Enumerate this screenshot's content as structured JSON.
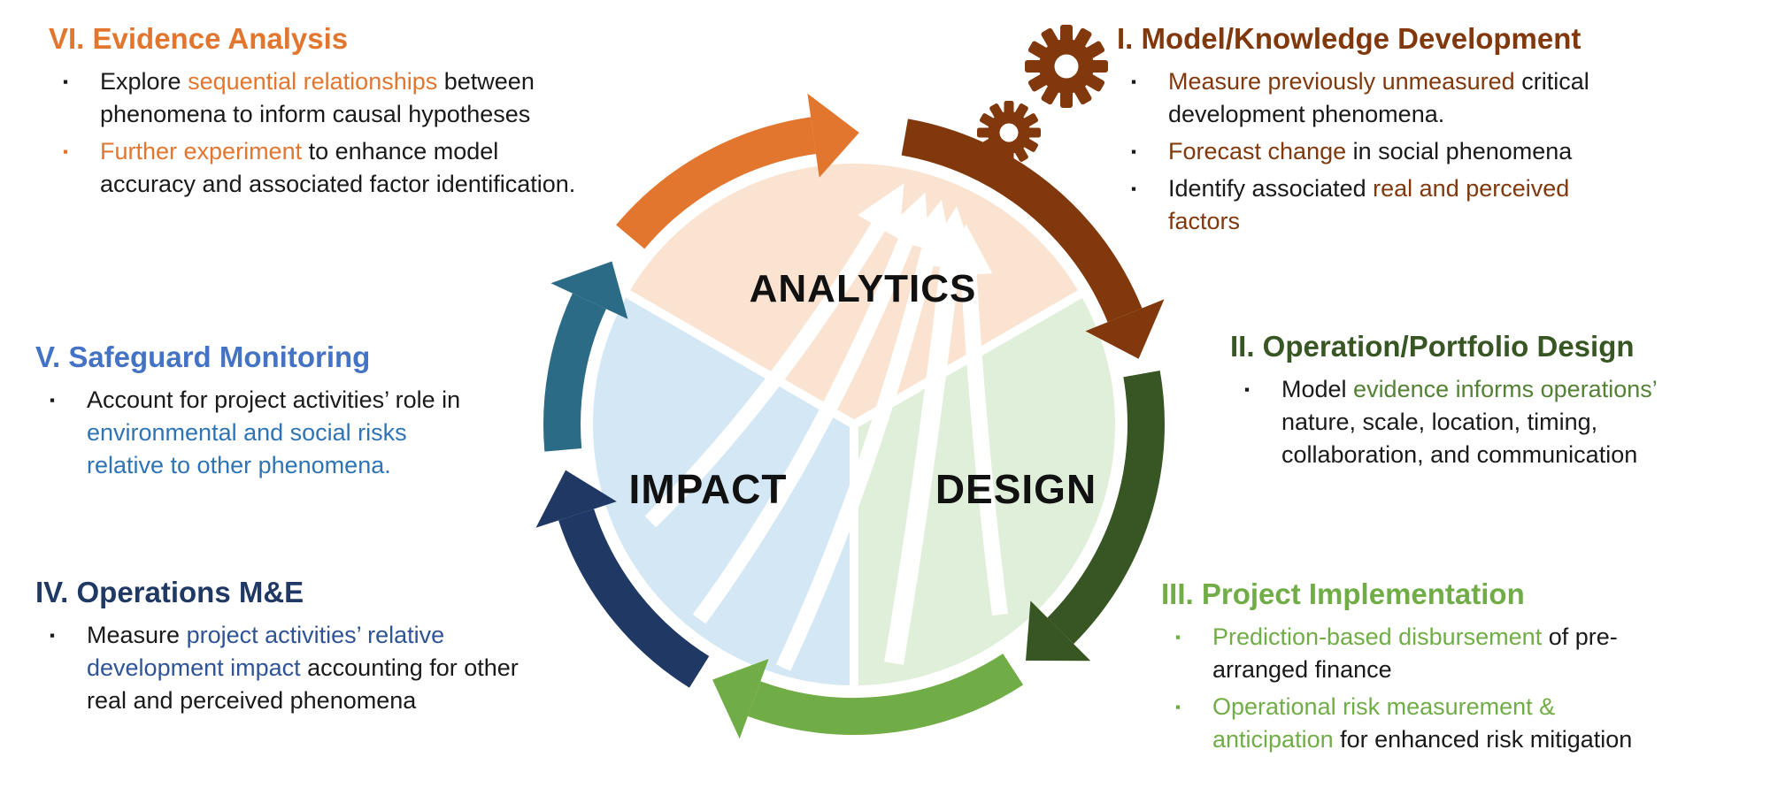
{
  "palette": {
    "orange": "#E2762E",
    "brown": "#81380C",
    "dark_green": "#375623",
    "medium_green": "#538135",
    "light_green": "#70AD47",
    "navy": "#1F3864",
    "teal": "#2B6B86",
    "heading_blue": "#4472C4",
    "body_blue": "#2E74B5",
    "impact_text_blue": "#2F5496",
    "text_black": "#1A1A1A",
    "sector_peach": "#FBE3D1",
    "sector_blue": "#D3E7F5",
    "sector_green": "#E0EFD9",
    "white": "#FFFFFF"
  },
  "icons": {
    "bullet": "▪",
    "gears": "double-gear"
  },
  "diagram": {
    "sectors": [
      {
        "label": "ANALYTICS"
      },
      {
        "label": "IMPACT"
      },
      {
        "label": "DESIGN"
      }
    ]
  },
  "blocks": {
    "vi": {
      "title": "VI. Evidence Analysis",
      "bullets": [
        {
          "marker": "#1A1A1A",
          "segments": [
            {
              "t": "Explore ",
              "c": "#1A1A1A"
            },
            {
              "t": "sequential relationships",
              "c": "#E2762E"
            },
            {
              "t": " between\nphenomena to inform causal hypotheses",
              "c": "#1A1A1A"
            }
          ]
        },
        {
          "marker": "#E2762E",
          "segments": [
            {
              "t": "Further experiment",
              "c": "#E2762E"
            },
            {
              "t": " to enhance model\naccuracy and associated factor identification.",
              "c": "#1A1A1A"
            }
          ]
        }
      ]
    },
    "i": {
      "title": "I. Model/Knowledge Development",
      "bullets": [
        {
          "marker": "#1A1A1A",
          "segments": [
            {
              "t": "Measure previously unmeasured",
              "c": "#81380C"
            },
            {
              "t": " critical\ndevelopment phenomena.",
              "c": "#1A1A1A"
            }
          ]
        },
        {
          "marker": "#1A1A1A",
          "segments": [
            {
              "t": "Forecast change",
              "c": "#81380C"
            },
            {
              "t": " in social phenomena",
              "c": "#1A1A1A"
            }
          ]
        },
        {
          "marker": "#1A1A1A",
          "segments": [
            {
              "t": "Identify associated ",
              "c": "#1A1A1A"
            },
            {
              "t": "real and perceived\nfactors",
              "c": "#81380C"
            }
          ]
        }
      ]
    },
    "v": {
      "title": "V. Safeguard Monitoring",
      "bullets": [
        {
          "marker": "#1A1A1A",
          "segments": [
            {
              "t": "Account for project activities’ role in\n",
              "c": "#1A1A1A"
            },
            {
              "t": "environmental and social risks\nrelative to other phenomena.",
              "c": "#2E74B5"
            }
          ]
        }
      ]
    },
    "ii": {
      "title": "II. Operation/Portfolio Design",
      "bullets": [
        {
          "marker": "#1A1A1A",
          "segments": [
            {
              "t": "Model ",
              "c": "#1A1A1A"
            },
            {
              "t": "evidence informs operations’",
              "c": "#538135"
            },
            {
              "t": "\nnature, scale, location, timing,\ncollaboration, and communication",
              "c": "#1A1A1A"
            }
          ]
        }
      ]
    },
    "iv": {
      "title": "IV. Operations M&E",
      "bullets": [
        {
          "marker": "#1A1A1A",
          "segments": [
            {
              "t": "Measure ",
              "c": "#1A1A1A"
            },
            {
              "t": "project activities’ relative\ndevelopment impact",
              "c": "#2F5496"
            },
            {
              "t": " accounting for other\nreal and perceived phenomena",
              "c": "#1A1A1A"
            }
          ]
        }
      ]
    },
    "iii": {
      "title": "III. Project Implementation",
      "bullets": [
        {
          "marker": "#70AD47",
          "segments": [
            {
              "t": "Prediction-based disbursement",
              "c": "#70AD47"
            },
            {
              "t": " of pre-\narranged finance",
              "c": "#1A1A1A"
            }
          ]
        },
        {
          "marker": "#70AD47",
          "segments": [
            {
              "t": "Operational risk measurement &\nanticipation",
              "c": "#70AD47"
            },
            {
              "t": " for enhanced risk mitigation",
              "c": "#1A1A1A"
            }
          ]
        }
      ]
    }
  }
}
